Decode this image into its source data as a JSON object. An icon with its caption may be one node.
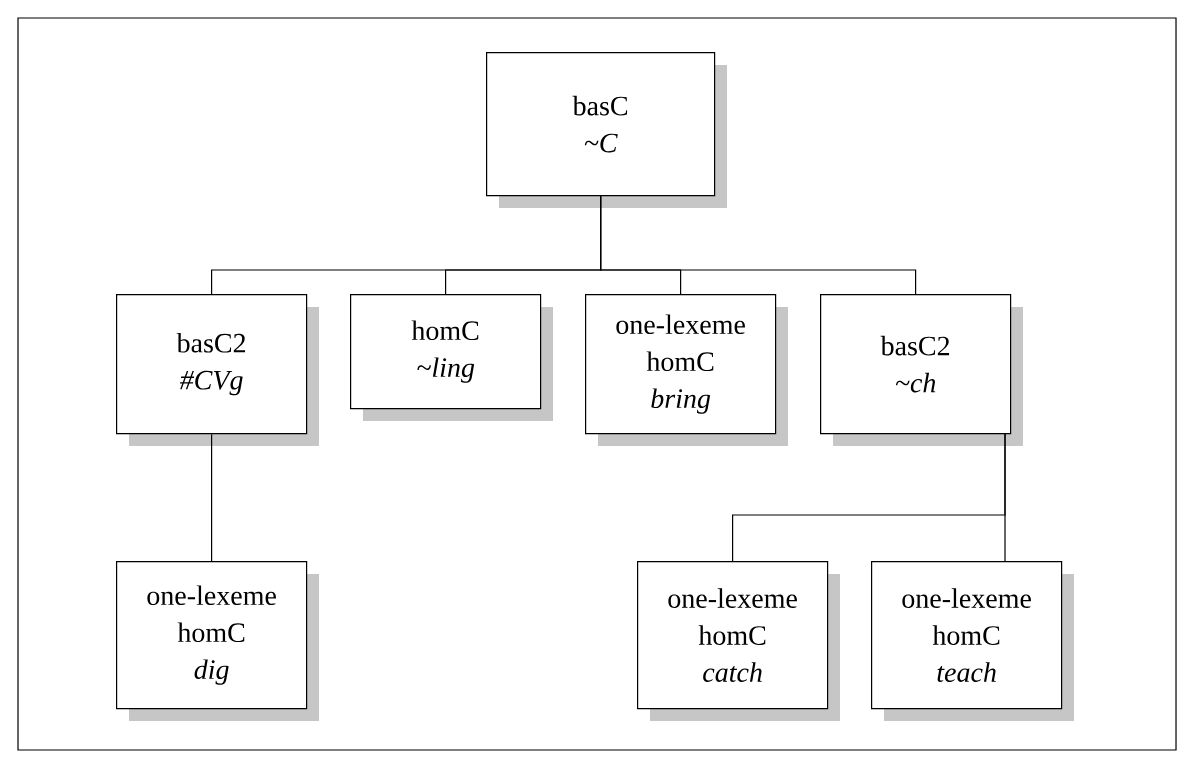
{
  "diagram": {
    "nodes": [
      {
        "text": [
          "basC",
          "~C"
        ]
      },
      {
        "text": [
          "basC2",
          "#CVg"
        ]
      },
      {
        "text": [
          "homC",
          "~ling"
        ]
      },
      {
        "text": [
          "one-lexeme homC",
          "bring"
        ]
      },
      {
        "text": [
          "basC2",
          "~ch"
        ]
      },
      {
        "text": [
          "one-lexeme homC",
          "dig"
        ]
      },
      {
        "text": [
          "one-lexeme homC",
          "catch"
        ]
      },
      {
        "text": [
          "one-lexeme homC",
          "teach"
        ]
      }
    ],
    "edges": [
      {
        "from": 0,
        "to": 1,
        "arrow": "none"
      },
      {
        "from": 0,
        "to": 2,
        "arrow": "none"
      },
      {
        "from": 0,
        "to": 3,
        "arrow": "none"
      },
      {
        "from": 0,
        "to": 4,
        "arrow": "none"
      },
      {
        "from": 1,
        "to": 5,
        "arrow": "none"
      },
      {
        "from": 4,
        "to": 6,
        "arrow": "none"
      },
      {
        "from": 4,
        "to": 7,
        "arrow": "none"
      }
    ]
  }
}
